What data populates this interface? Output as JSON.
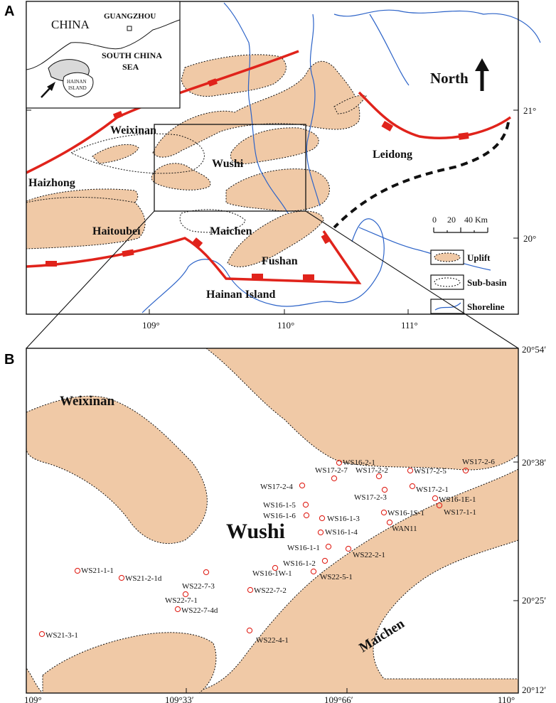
{
  "panel_a": {
    "letter": "A",
    "inset": {
      "china": "CHINA",
      "guangzhou": "GUANGZHOU",
      "sea_line1": "SOUTH CHINA",
      "sea_line2": "SEA",
      "island_line1": "HAINAN",
      "island_line2": "ISLAND"
    },
    "north_label": "North",
    "areas": {
      "weixinan": "Weixinan",
      "haizhong": "Haizhong",
      "haitoubei": "Haitoubei",
      "wushi": "Wushi",
      "maichen": "Maichen",
      "fushan": "Fushan",
      "hainan_island": "Hainan Island",
      "leidong": "Leidong"
    },
    "scale": {
      "label": "0     20    40 Km"
    },
    "legend": [
      {
        "label": "Uplift",
        "symbol": "uplift"
      },
      {
        "label": "Sub-basin",
        "symbol": "sub-basin"
      },
      {
        "label": "Shoreline",
        "symbol": "shoreline"
      }
    ],
    "lon_ticks": [
      "109°",
      "110°",
      "111°"
    ],
    "lat_ticks": [
      "21°",
      "20°"
    ]
  },
  "panel_b": {
    "letter": "B",
    "areas": {
      "weixinan": "Weixinan",
      "wushi": "Wushi",
      "maichen": "Maichen"
    },
    "lon_ticks": [
      "109°",
      "109°33′",
      "109°66′",
      "110°"
    ],
    "lat_ticks": [
      "20°54′",
      "20°38′",
      "20°25′",
      "20°12′"
    ],
    "wells": [
      "WS16-2-1",
      "WS17-2-7",
      "WS17-2-2",
      "WS17-2-5",
      "WS17-2-6",
      "WS17-2-4",
      "WS17-2-3",
      "WS17-2-1",
      "WS16-1-5",
      "WS16-1-6",
      "WS16-1-3",
      "WS16-1S-1",
      "WS16-1E-1",
      "WS17-1-1",
      "WS16-1-4",
      "WAN11",
      "WS16-1-1",
      "WS22-2-1",
      "WS16-1-2",
      "WS16-1W-1",
      "WS22-5-1",
      "WS21-1-1",
      "WS21-2-1d",
      "WS22-7-3",
      "WS22-7-2",
      "WS22-7-1",
      "WS22-7-4d",
      "WS21-3-1",
      "WS22-4-1"
    ]
  },
  "colors": {
    "uplift": "#f0c9a6",
    "fault": "#e0231b",
    "shoreline": "#2c63c8",
    "well": "#e0231b"
  }
}
